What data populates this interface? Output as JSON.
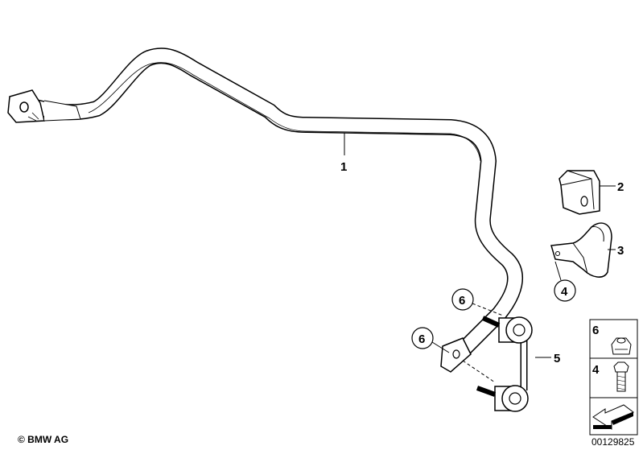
{
  "diagram": {
    "callouts": {
      "stabilizer_bar": "1",
      "rubber_mounting": "2",
      "bracket": "3",
      "bracket_bolt": "4",
      "link": "5",
      "nut_upper": "6",
      "nut_lower": "6"
    },
    "legend": [
      {
        "number": "6",
        "icon": "collar-nut-icon"
      },
      {
        "number": "4",
        "icon": "torx-bolt-icon"
      },
      {
        "number": "",
        "icon": "direction-arrow-icon"
      }
    ],
    "copyright": "© BMW AG",
    "diagram_id": "00129825"
  }
}
